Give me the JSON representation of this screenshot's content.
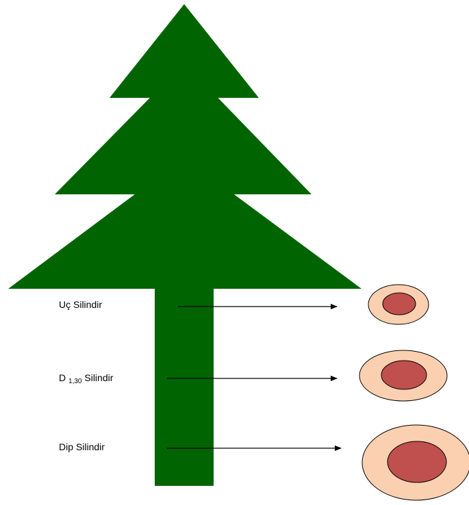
{
  "labels": {
    "tip": "Uç Silindir",
    "breast_main": "D",
    "breast_sub": "1,30",
    "breast_rest": " Silindir",
    "base": "Dip Silindir"
  },
  "colors": {
    "tree": "#006400",
    "outer_ring": "#FAD0B0",
    "inner_core": "#C0504D",
    "outline": "#000000",
    "arrow": "#000000"
  }
}
